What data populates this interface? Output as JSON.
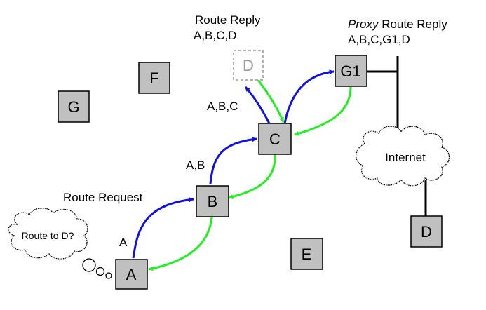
{
  "nodes": {
    "A": "A",
    "B": "B",
    "C": "C",
    "D_ghost": "D",
    "D_internet": "D",
    "E": "E",
    "F": "F",
    "G": "G",
    "G1": "G1"
  },
  "labels": {
    "route_reply_title": "Route Reply",
    "route_reply_path": "A,B,C,D",
    "proxy_word": "Proxy",
    "proxy_rest": " Route Reply",
    "proxy_path": "A,B,C,G1,D",
    "route_request": "Route Request",
    "path_a": "A",
    "path_ab": "A,B",
    "path_abc": "A,B,C",
    "thought": "Route to D?",
    "internet": "Internet"
  },
  "colors": {
    "request_arrow": "#1010e0",
    "reply_arrow": "#22ee22",
    "node_fill": "#c0c0c0",
    "ghost_stroke": "#999999"
  }
}
